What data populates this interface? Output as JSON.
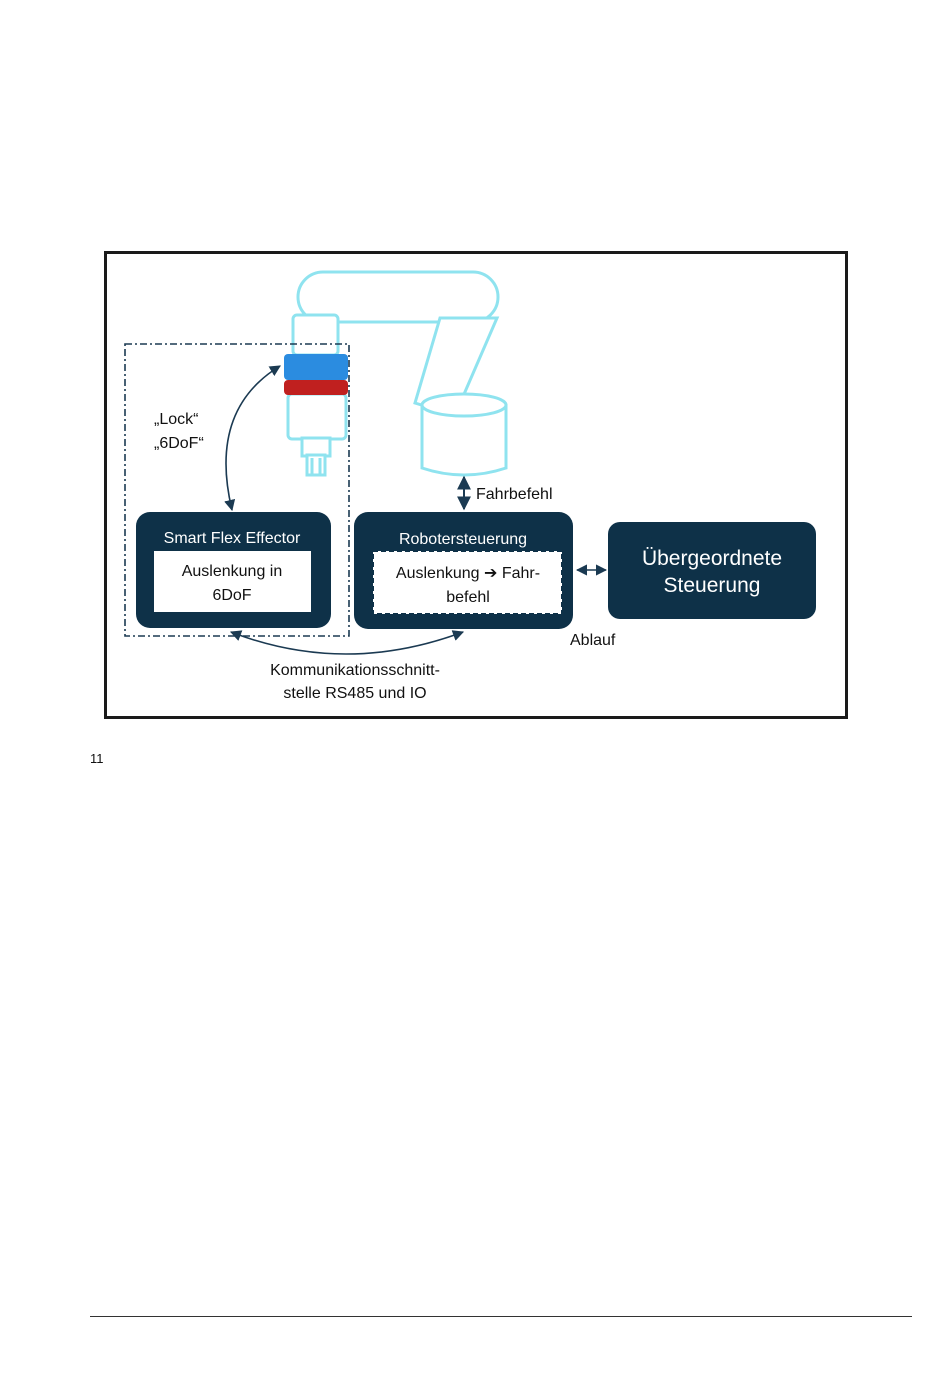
{
  "diagram": {
    "nodes": {
      "smart_flex_effector": {
        "title": "Smart Flex Effector",
        "inner_line1": "Auslenkung in",
        "inner_line2": "6DoF"
      },
      "robotersteuerung": {
        "title": "Robotersteuerung",
        "inner_line1": "Auslenkung ➔ Fahr-",
        "inner_line2": "befehl"
      },
      "uebergeordnete_steuerung": {
        "title_line1": "Übergeordnete",
        "title_line2": "Steuerung"
      }
    },
    "labels": {
      "lock": "„Lock“",
      "sixdof": "„6DoF“",
      "fahrbefehl": "Fahrbefehl",
      "ablauf": "Ablauf",
      "kommunikation_line1": "Kommunikationsschnitt-",
      "kommunikation_line2": "stelle RS485 und IO"
    },
    "colors": {
      "box_fill": "#0e3148",
      "robot_outline": "#8fe3ef",
      "effector_blue": "#2b8ce0",
      "effector_red": "#c0201f",
      "arrow": "#1b3a52"
    }
  },
  "page": {
    "figure_number": "11"
  }
}
